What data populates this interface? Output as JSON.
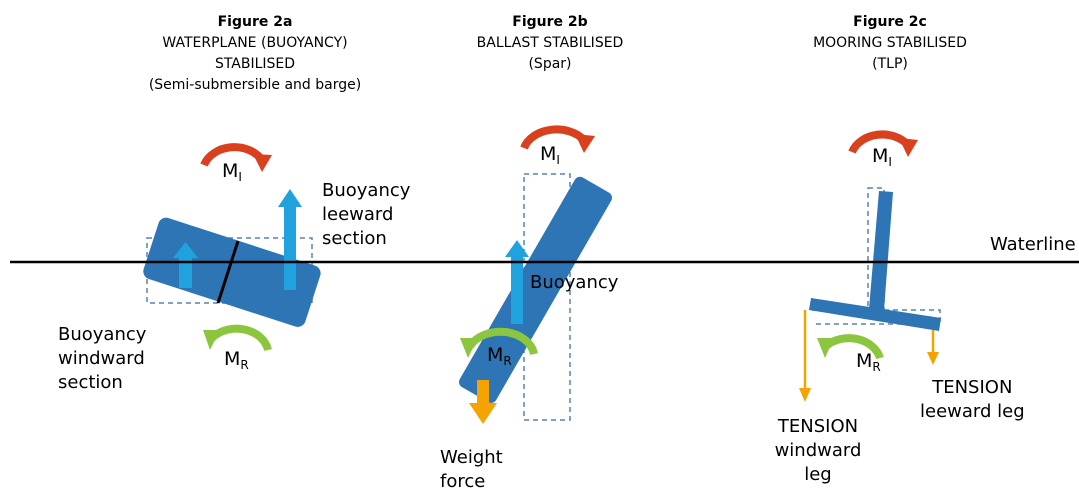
{
  "figures": [
    {
      "figure": "Figure 2a",
      "title_lines": [
        "WATERPLANE (BUOYANCY)",
        "STABILISED",
        "(Semi-submersible and barge)"
      ]
    },
    {
      "figure": "Figure 2b",
      "title_lines": [
        "BALLAST STABILISED",
        "(Spar)"
      ]
    },
    {
      "figure": "Figure 2c",
      "title_lines": [
        "MOORING STABILISED",
        "(TLP)"
      ]
    }
  ],
  "waterline_label": "Waterline",
  "labels_a": {
    "leeward": [
      "Buoyancy",
      "leeward",
      "section"
    ],
    "windward": [
      "Buoyancy",
      "windward",
      "section"
    ]
  },
  "labels_b": {
    "buoyancy": "Buoyancy",
    "weight": [
      "Weight",
      "force"
    ]
  },
  "labels_c": {
    "leeward": [
      "TENSION",
      "leeward leg"
    ],
    "windward": [
      "TENSION",
      "windward",
      "leg"
    ]
  },
  "moment_labels": {
    "inclining": {
      "main": "M",
      "sub": "I"
    },
    "righting": {
      "main": "M",
      "sub": "R"
    }
  },
  "colors": {
    "structure": "#2e75b6",
    "buoyancy_arrow": "#1fa2dd",
    "inclining_moment": "#d9411e",
    "righting_moment": "#8cc63f",
    "weight_arrow": "#f5a300",
    "tension_arrow": "#f5a300",
    "dashed_outline": "#5a82b4",
    "waterline": "#000000"
  }
}
